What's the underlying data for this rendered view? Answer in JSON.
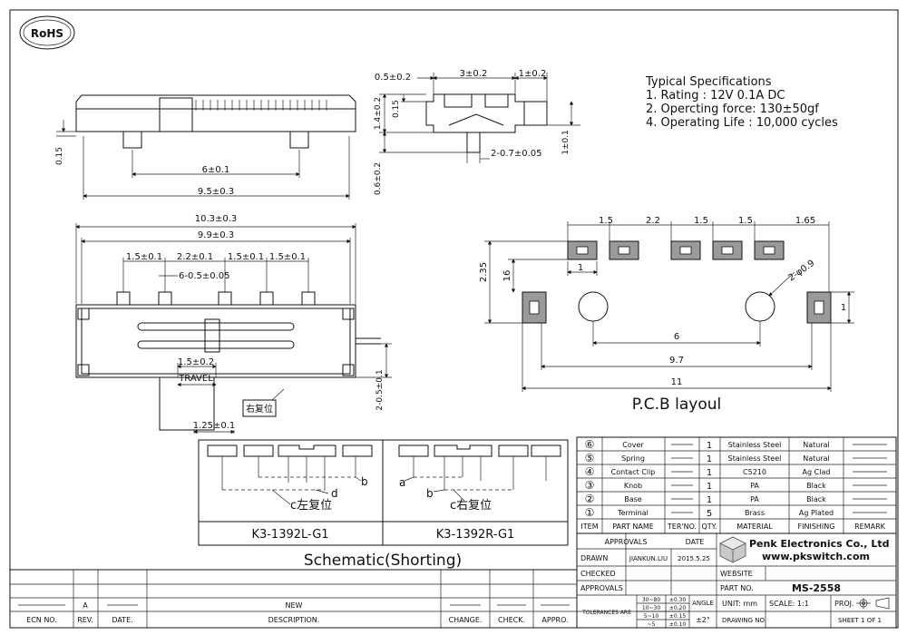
{
  "logo": {
    "text": "RoHS"
  },
  "specs": {
    "title": "Typical Specifications",
    "lines": [
      "1. Rating : 12V 0.1A  DC",
      "2. Opercting force:  130±50gf",
      "4. Operating Life : 10,000 cycles"
    ]
  },
  "side_view": {
    "dims": [
      "0.15",
      "6±0.1",
      "9.5±0.3"
    ]
  },
  "end_view": {
    "dims": [
      "0.5±0.2",
      "3±0.2",
      "1±0.2",
      "1.4±0.2",
      "0.15",
      "0.6±0.2",
      "2-0.7±0.05",
      "1±0.1"
    ]
  },
  "front_view": {
    "dims": [
      "10.3±0.3",
      "9.9±0.3",
      "1.5±0.1",
      "2.2±0.1",
      "1.5±0.1",
      "1.5±0.1",
      "6-0.5±0.05",
      "1.5±0.2",
      "1.25±0.1",
      "2-0.5±0.1"
    ],
    "travel": "TRAVEL",
    "tag": "右复位"
  },
  "pcb": {
    "dims_top": [
      "1.5",
      "2.2",
      "1.5",
      "1.5",
      "1.65"
    ],
    "dims_left": [
      "2.35",
      "16"
    ],
    "dims_other": [
      "1",
      "2-φ0.9",
      "1",
      "6",
      "9.7",
      "11"
    ],
    "title": "P.C.B layoul"
  },
  "schematic": {
    "title": "Schematic(Shorting)",
    "left": {
      "label": "K3-1392L-G1",
      "c_label": "c左复位",
      "d": "d",
      "b": "b"
    },
    "right": {
      "label": "K3-1392R-G1",
      "a": "a",
      "b": "b",
      "c_label": "c右复位"
    }
  },
  "bom": {
    "headers": [
      "ITEM",
      "PART NAME",
      "TER'NO.",
      "QTY.",
      "MATERIAL",
      "FINISHING",
      "REMARK"
    ],
    "rows": [
      {
        "item": "⑥",
        "part": "Cover",
        "qty": "1",
        "material": "Stainless Steel",
        "finishing": "Natural"
      },
      {
        "item": "⑤",
        "part": "Spring",
        "qty": "1",
        "material": "Stainless Steel",
        "finishing": "Natural"
      },
      {
        "item": "④",
        "part": "Contact Clip",
        "qty": "1",
        "material": "C5210",
        "finishing": "Ag Clad"
      },
      {
        "item": "③",
        "part": "Knob",
        "qty": "1",
        "material": "PA",
        "finishing": "Black"
      },
      {
        "item": "②",
        "part": "Base",
        "qty": "1",
        "material": "PA",
        "finishing": "Black"
      },
      {
        "item": "①",
        "part": "Terminal",
        "qty": "5",
        "material": "Brass",
        "finishing": "Ag Plated"
      }
    ]
  },
  "title_block": {
    "approvals": "APPROVALS",
    "date": "DATE",
    "drawn": "DRAWN",
    "drawn_by": "JIANKUN.LIU",
    "drawn_date": "2015.5.25",
    "checked": "CHECKED",
    "approvals2": "APPROVALS",
    "company": "Penk Electronics Co., Ltd",
    "website_url": "www.pkswitch.com",
    "website": "WEBSITE",
    "part_no_label": "PART NO.",
    "part_no": "MS-2558",
    "tolerances": "TOLERANCES ARE",
    "tol_ranges": [
      "30~80",
      "10~30",
      "5~10",
      "~5"
    ],
    "tol_values": [
      "±0.30",
      "±0.20",
      "±0.15",
      "±0.10"
    ],
    "angle": "ANGLE",
    "angle_value": "±2°",
    "unit": "UNIT: mm",
    "scale": "SCALE: 1:1",
    "proj": "PROJ.",
    "drawing_no": "DRAWING NO.",
    "sheet": "SHEET 1 OF 1"
  },
  "revision": {
    "rev_a": "A",
    "new": "NEW",
    "headers": [
      "ECN NO.",
      "REV.",
      "DATE.",
      "DESCRIPTION.",
      "CHANGE.",
      "CHECK.",
      "APPRO."
    ]
  }
}
